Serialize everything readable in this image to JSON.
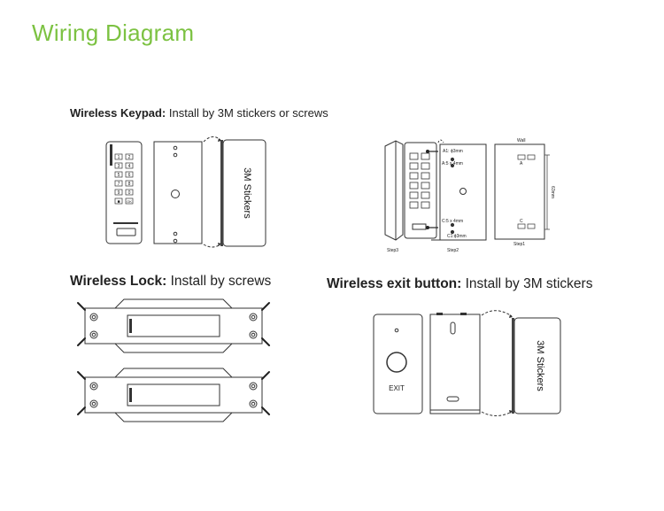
{
  "page": {
    "title": "Wiring Diagram"
  },
  "keypad": {
    "heading_bold": "Wireless Keypad:",
    "heading_rest": " Install by 3M stickers or screws",
    "keys": [
      "1",
      "2",
      "3",
      "4",
      "5",
      "6",
      "7",
      "8",
      "9",
      "0",
      "■",
      "OK"
    ],
    "sticker_label": "3M Stickers",
    "dim_a1": "A1: ϕ3mm",
    "dim_a": "A:5 x 4mm",
    "dim_c": "C:5 x 4mm",
    "dim_c1": "C1:ϕ3mm",
    "step1": "Step1",
    "step2": "Step2",
    "step3": "Step3",
    "wall_label": "Wall",
    "wall_a": "A",
    "wall_c": "C",
    "wall_dim": "63mm"
  },
  "lock": {
    "heading_bold": "Wireless Lock:",
    "heading_rest": " Install by screws"
  },
  "exit_button": {
    "heading_bold": "Wireless exit button:",
    "heading_rest": " Install by 3M stickers",
    "exit_label": "EXIT",
    "sticker_label": "3M Stickers"
  }
}
